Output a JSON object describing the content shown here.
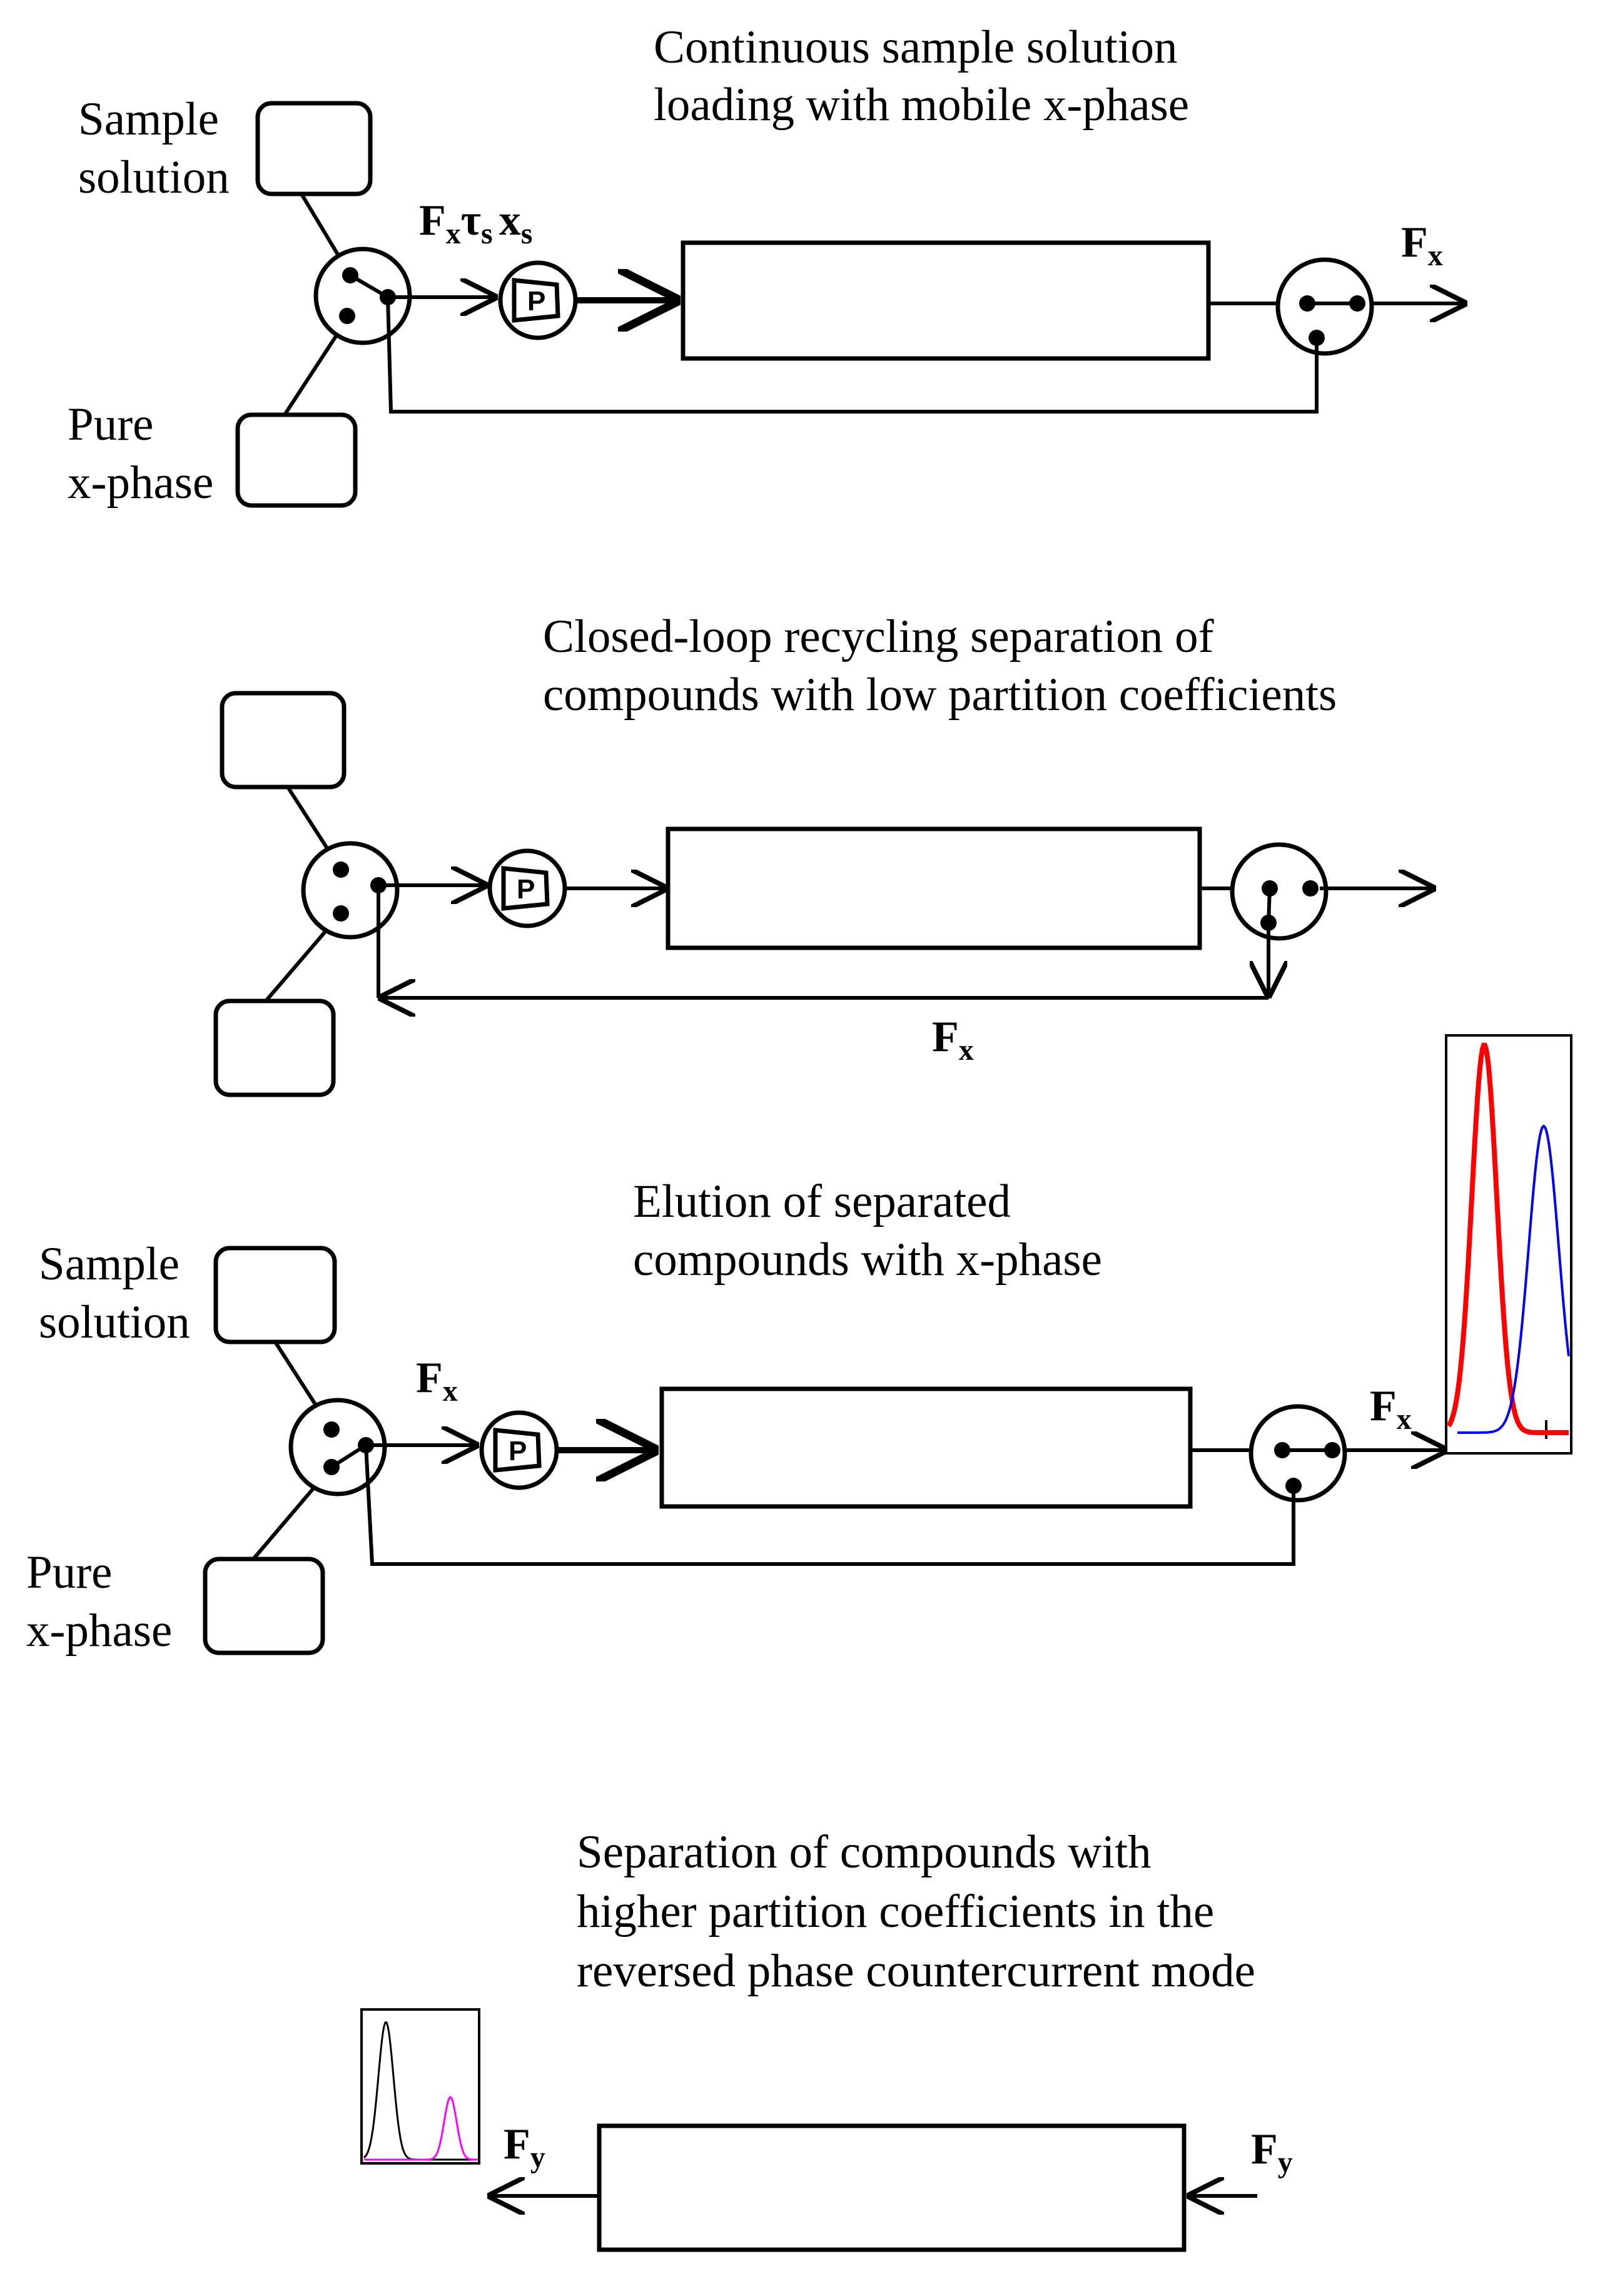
{
  "panel1": {
    "title_line1": "Continuous sample solution",
    "title_line2": "loading with mobile x-phase",
    "sample_label_line1": "Sample",
    "sample_label_line2": "solution",
    "pure_label_line1": "Pure",
    "pure_label_line2": "x-phase",
    "flow_in": {
      "F": "F",
      "F_sub": "x",
      "tau": "τ",
      "tau_sub": "s",
      "x": "x",
      "x_sub": "s"
    },
    "flow_out": {
      "main": "F",
      "sub": "x"
    },
    "pump_letter": "P"
  },
  "panel2": {
    "title_line1": "Closed-loop recycling separation  of",
    "title_line2": "compounds with low partition coefficients",
    "flow_loop": {
      "main": "F",
      "sub": "x"
    },
    "pump_letter": "P"
  },
  "panel3": {
    "title_line1": "Elution of separated",
    "title_line2": "compounds with x-phase",
    "sample_label_line1": "Sample",
    "sample_label_line2": "solution",
    "pure_label_line1": "Pure",
    "pure_label_line2": "x-phase",
    "flow_in": {
      "main": "F",
      "sub": "x"
    },
    "flow_out": {
      "main": "F",
      "sub": "x"
    },
    "pump_letter": "P",
    "chromatogram_colors": [
      "#ff0000",
      "#0000ff"
    ]
  },
  "panel4": {
    "title_line1": " Separation of compounds with",
    "title_line2": "higher partition coefficients in the",
    "title_line3": "reversed phase countercurrent mode",
    "flow_left": {
      "main": "F",
      "sub": "y"
    },
    "flow_right": {
      "main": "F",
      "sub": "y"
    },
    "chromatogram_colors": [
      "#000000",
      "#ff00ff"
    ]
  }
}
